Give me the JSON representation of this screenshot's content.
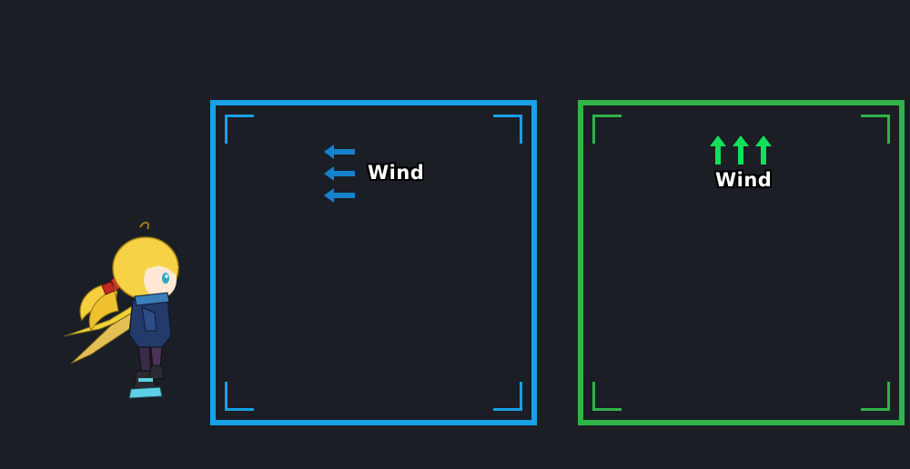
{
  "colors": {
    "background": "#1b1e24",
    "zone_left": "#19a0e6",
    "zone_right": "#2fb34a",
    "arrow_left": "#1582cc",
    "arrow_up": "#12e05a"
  },
  "zones": [
    {
      "name": "wind-zone-left",
      "wind_direction": "left",
      "label": "Wind",
      "arrow_icon": "arrow-left-icon"
    },
    {
      "name": "wind-zone-up",
      "wind_direction": "up",
      "label": "Wind",
      "arrow_icon": "arrow-up-icon"
    }
  ],
  "player": {
    "sprite": "blonde-ponytail-girl-character",
    "facing": "right"
  }
}
